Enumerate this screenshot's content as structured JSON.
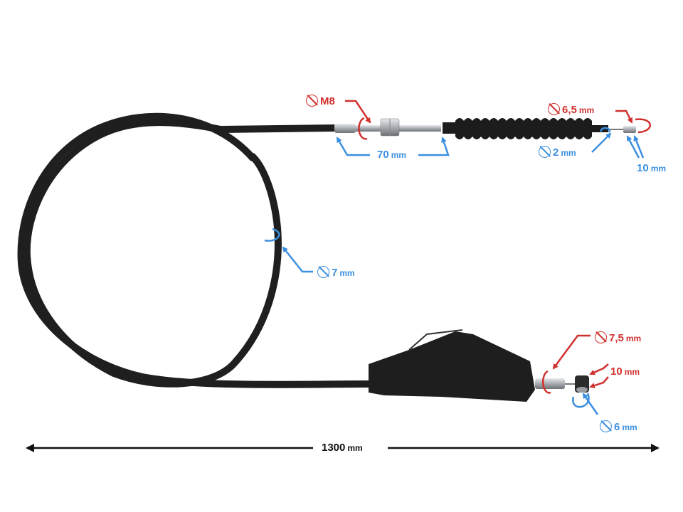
{
  "figure": {
    "subject": "clutch-cable",
    "colors": {
      "red_annotation": "#d0312d",
      "blue_annotation": "#3b8fe0",
      "cable": "#1c1c1c",
      "metal": "#b8bcc0",
      "dimension_line": "#111111"
    }
  },
  "annotations": {
    "thread": {
      "symbol": "⌀",
      "value": "M8",
      "unit": ""
    },
    "adjuster_length": {
      "value": "70",
      "unit": "mm"
    },
    "top_end_diameter": {
      "symbol": "⌀",
      "value": "6,5",
      "unit": "mm"
    },
    "inner_wire_diameter": {
      "symbol": "⌀",
      "value": "2",
      "unit": "mm"
    },
    "top_end_length": {
      "value": "10",
      "unit": "mm"
    },
    "outer_cable_diameter": {
      "symbol": "⌀",
      "value": "7",
      "unit": "mm"
    },
    "bottom_ferrule_diameter": {
      "symbol": "⌀",
      "value": "7,5",
      "unit": "mm"
    },
    "bottom_nipple_length": {
      "value": "10",
      "unit": "mm"
    },
    "bottom_nipple_diameter": {
      "symbol": "⌀",
      "value": "6",
      "unit": "mm"
    },
    "total_length": {
      "value": "1300",
      "unit": "mm"
    }
  }
}
